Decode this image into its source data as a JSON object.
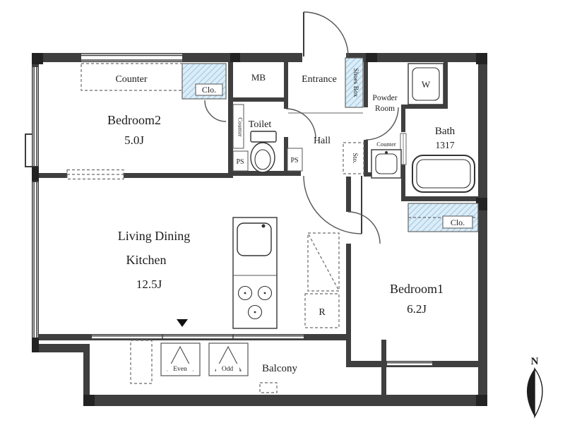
{
  "rooms": {
    "bedroom2": {
      "name": "Bedroom2",
      "size": "5.0J"
    },
    "ldk": {
      "name_line1": "Living Dining",
      "name_line2": "Kitchen",
      "size": "12.5J"
    },
    "bedroom1": {
      "name": "Bedroom1",
      "size": "6.2J"
    },
    "bath": {
      "name": "Bath",
      "size": "1317"
    },
    "powder_room": {
      "name_line1": "Powder",
      "name_line2": "Room"
    },
    "toilet": {
      "name": "Toilet"
    },
    "hall": {
      "name": "Hall"
    },
    "entrance": {
      "name": "Entrance"
    },
    "balcony": {
      "name": "Balcony"
    }
  },
  "labels": {
    "counter_bedroom2": "Counter",
    "closet_bedroom2": "Clo.",
    "closet_bedroom1": "Clo.",
    "meter_box": "MB",
    "shoes_box": "Shoes Box",
    "counter_toilet": "Counter",
    "pipe_space_left": "PS",
    "pipe_space_right": "PS",
    "storage": "Sto.",
    "counter_powder": "Counter",
    "washer": "W",
    "refrigerator": "R",
    "hatch_even": "Even",
    "hatch_odd": "Odd",
    "compass_north": "N"
  },
  "colors": {
    "wall": "#3f3f3f",
    "closet_fill": "#dcedf8",
    "closet_stripe": "#85b9d9",
    "text": "#1c1c1c"
  }
}
